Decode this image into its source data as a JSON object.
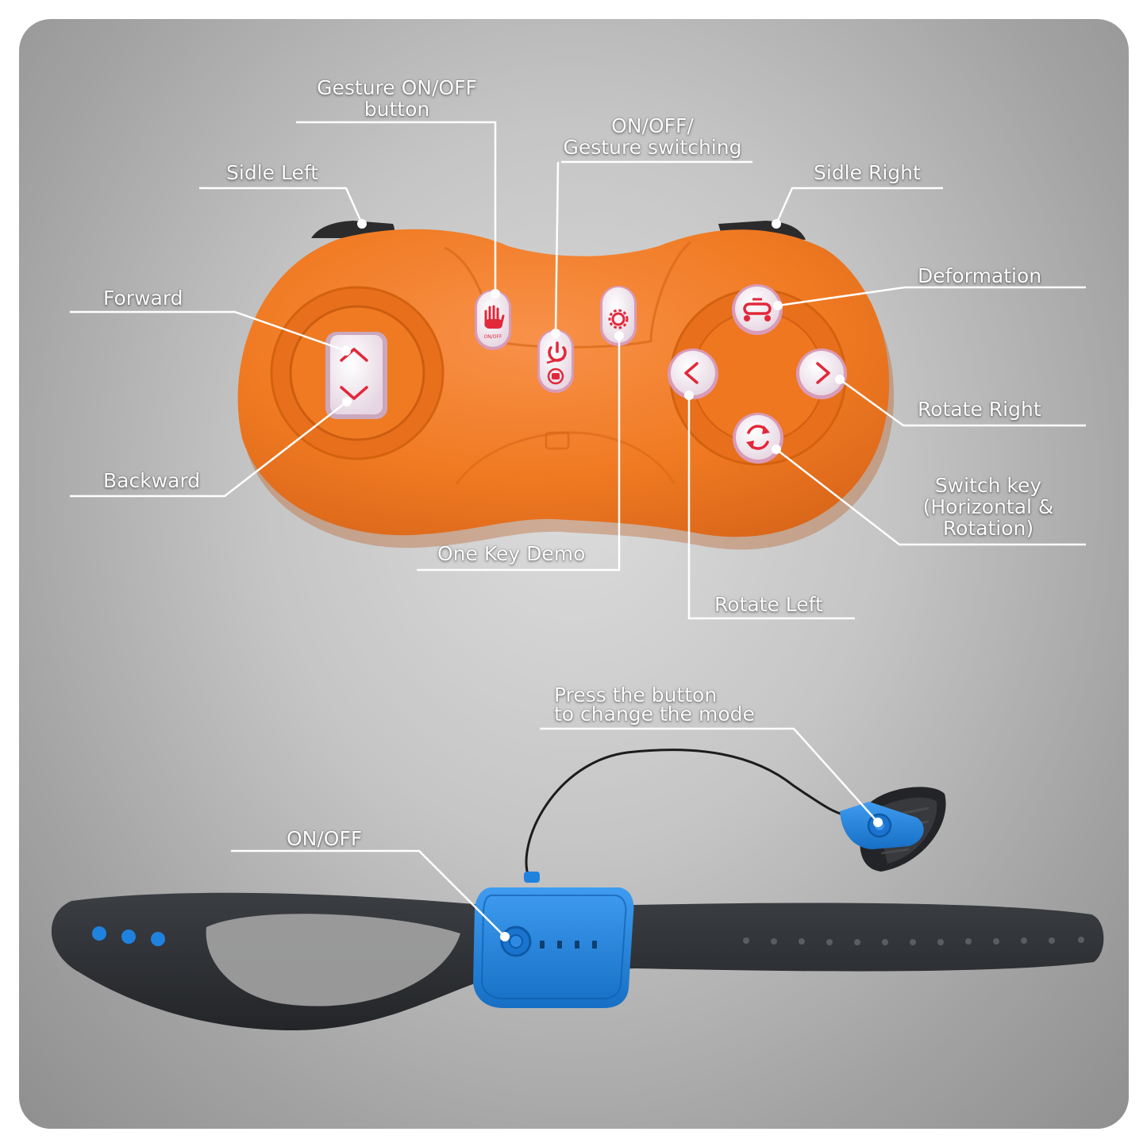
{
  "labels": {
    "gesture_onoff": [
      "Gesture ON/OFF",
      "button"
    ],
    "onoff_gesture_switching": [
      "ON/OFF/",
      "Gesture switching"
    ],
    "sidle_left": "Sidle Left",
    "sidle_right": "Sidle Right",
    "forward": "Forward",
    "backward": "Backward",
    "deformation": "Deformation",
    "rotate_right": "Rotate Right",
    "switch_key": [
      "Switch key",
      "(Horizontal &",
      "Rotation)"
    ],
    "one_key_demo": "One Key Demo",
    "rotate_left": "Rotate Left",
    "press_button": [
      "Press the button",
      "to change the mode"
    ],
    "wrist_onoff": "ON/OFF"
  },
  "button_marks": {
    "gesture_small": "ON/OFF"
  },
  "colors": {
    "controller_body": "#f07a22",
    "controller_shadow": "#c85a12",
    "button_face": "#f4e8ef",
    "button_icon": "#e2283a",
    "band": "#2f3236",
    "wrist_module": "#1f82de",
    "leader_line": "#ffffff"
  },
  "icons": [
    "hand-icon",
    "power-icon",
    "gear-icon",
    "chevron-up-icon",
    "chevron-down-icon",
    "chevron-left-icon",
    "chevron-right-icon",
    "rotate-icon",
    "transform-icon"
  ]
}
